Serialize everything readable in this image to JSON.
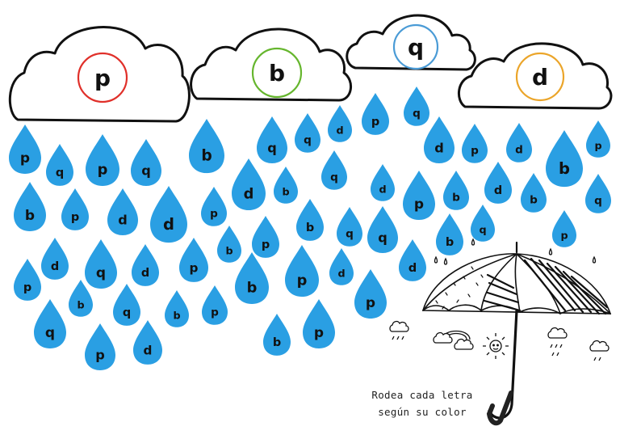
{
  "colors": {
    "drop": "#2a9fe3",
    "drop_letter": "#111111",
    "cloud_fill": "#ffffff",
    "cloud_stroke": "#111111",
    "letter_colors": {
      "p": "#e0302a",
      "b": "#66b62e",
      "q": "#4a9bd6",
      "d": "#eba52a"
    }
  },
  "clouds": [
    {
      "letter": "p",
      "ring_color": "#e0302a"
    },
    {
      "letter": "b",
      "ring_color": "#66b62e"
    },
    {
      "letter": "q",
      "ring_color": "#4a9bd6"
    },
    {
      "letter": "d",
      "ring_color": "#eba52a"
    }
  ],
  "drops": [
    "p",
    "q",
    "p",
    "q",
    "b",
    "q",
    "q",
    "d",
    "p",
    "q",
    "d",
    "p",
    "d",
    "b",
    "p",
    "b",
    "p",
    "d",
    "d",
    "p",
    "d",
    "b",
    "q",
    "d",
    "p",
    "b",
    "d",
    "b",
    "q",
    "q",
    "p",
    "d",
    "q",
    "d",
    "p",
    "b",
    "p",
    "b",
    "q",
    "b",
    "q",
    "p",
    "b",
    "p",
    "d",
    "d",
    "p",
    "b",
    "q",
    "b",
    "p",
    "q",
    "p",
    "d",
    "b",
    "p"
  ],
  "instruction": {
    "line1": "Rodea cada letra",
    "line2": "según su color"
  },
  "icons": [
    "umbrella-icon",
    "sun-icon",
    "rainbow-cloud-icon",
    "small-cloud-icon"
  ]
}
